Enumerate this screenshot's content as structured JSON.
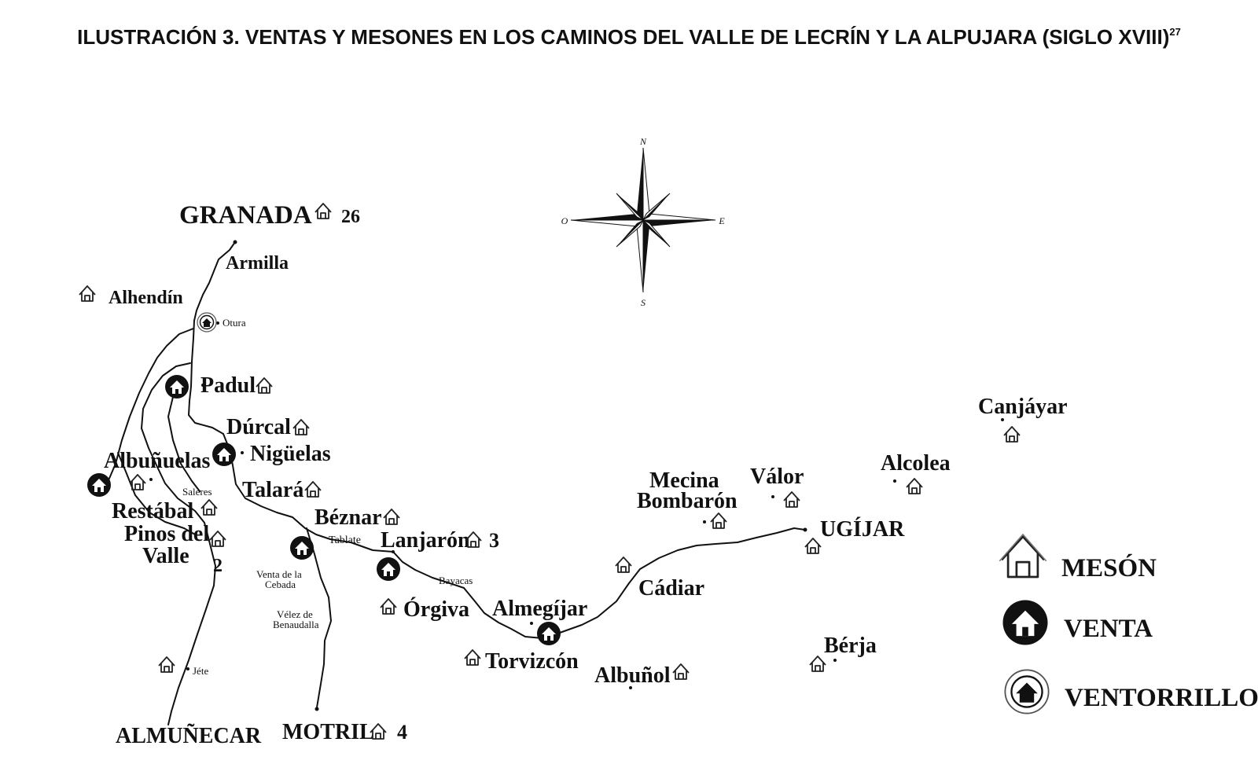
{
  "title": {
    "text": "ILUSTRACIÓN 3. VENTAS Y MESONES EN LOS CAMINOS DEL VALLE DE LECRÍN Y LA ALPUJARA (SIGLO XVIII)",
    "footnote": "27"
  },
  "compass": {
    "n": "N",
    "s": "S",
    "e": "E",
    "o": "O"
  },
  "legend": {
    "meson": "MESÓN",
    "venta": "VENTA",
    "ventorrillo": "VENTORRILLO"
  },
  "places": {
    "granada": "GRANADA",
    "granada_count": "26",
    "armilla": "Armilla",
    "alhendin": "Alhendín",
    "otura": "Otura",
    "padul": "Padul",
    "durcal": "Dúrcal",
    "niguelas": "Nigüelas",
    "albunuelas": "Albuñuelas",
    "talara": "Talará",
    "saleres": "Saleres",
    "restabal": "Restábal",
    "pinos": "Pinos del",
    "valle": "Valle",
    "pinos_count": "2",
    "beznar": "Béznar",
    "tablate": "Tablate",
    "lanjaron": "Lanjarón",
    "lanjaron_count": "3",
    "venta_cebada_1": "Venta de la",
    "venta_cebada_2": "Cebada",
    "bayacas": "Bayacas",
    "orgiva": "Órgiva",
    "velez_1": "Vélez de",
    "velez_2": "Benaudalla",
    "almegijar": "Almegíjar",
    "torvizcon": "Torvizcón",
    "cadiar": "Cádiar",
    "albunol": "Albuñol",
    "mecina_1": "Mecina",
    "mecina_2": "Bombarón",
    "valor": "Válor",
    "ugijar": "UGÍJAR",
    "alcolea": "Alcolea",
    "canjayar": "Canjáyar",
    "berja": "Bérja",
    "jete": "Jéte",
    "almunecar": "ALMUÑECAR",
    "motril": "MOTRIL",
    "motril_count": "4"
  },
  "colors": {
    "ink": "#111111",
    "paper": "#ffffff"
  }
}
